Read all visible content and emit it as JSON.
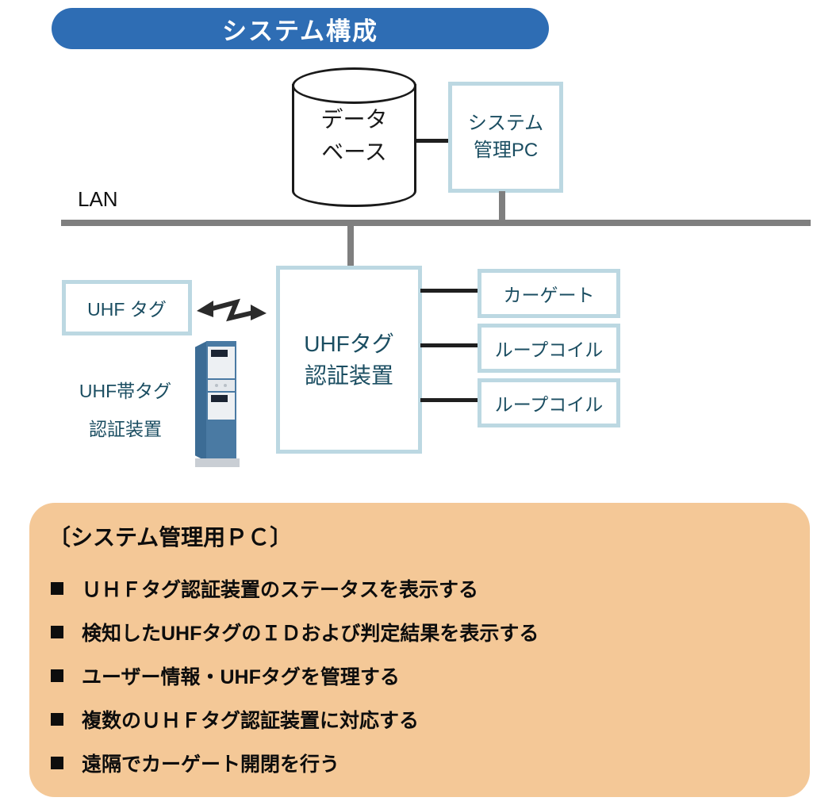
{
  "title": {
    "label": "システム構成"
  },
  "diagram": {
    "database": {
      "line1": "データ",
      "line2": "ベース"
    },
    "management_pc": {
      "line1": "システム",
      "line2": "管理PC"
    },
    "lan_label": "LAN",
    "auth_device_box": {
      "line1": "UHFタグ",
      "line2": "認証装置"
    },
    "uhf_tag_box": {
      "label": "UHF タグ"
    },
    "device_caption": {
      "line1": "UHF帯タグ",
      "line2": "認証装置"
    },
    "peripherals": [
      {
        "label": "カーゲート"
      },
      {
        "label": "ループコイル"
      },
      {
        "label": "ループコイル"
      }
    ]
  },
  "info_panel": {
    "heading": "〔システム管理用ＰＣ〕",
    "items": [
      "ＵＨＦタグ認証装置のステータスを表示する",
      "検知したUHFタグのＩＤおよび判定結果を表示する",
      "ユーザー情報・UHFタグを管理する",
      "複数のＵＨＦタグ認証装置に対応する",
      "遠隔でカーゲート開閉を行う"
    ]
  },
  "colors": {
    "banner_blue": "#2e6db4",
    "box_border_blue": "#bcd8e2",
    "text_teal": "#1a4d61",
    "lan_gray": "#7f7f7f",
    "panel_orange": "#f4c897",
    "connector_black": "#1f1f1f"
  }
}
